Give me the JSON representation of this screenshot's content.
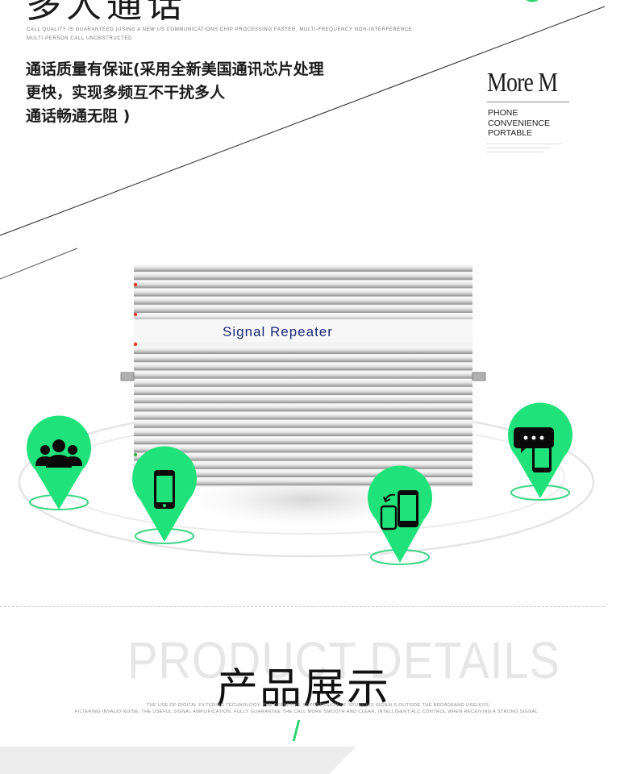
{
  "feature": {
    "title": "多人通话",
    "subtitle_lines": [
      "CALL QUALITY IS GUARANTEED (USING A NEW US COMMUNICATIONS CHIP PROCESSING FASTER, MULTI-FREQUENCY NON-INTERFERENCE",
      "MULTI-PERSON CALL UNOBSTRUCTED"
    ],
    "description_lines": [
      "通话质量有保证(采用全新美国通讯芯片处理",
      "更快，实现多频互不干扰多人",
      "通话畅通无阻 )"
    ]
  },
  "more_block": {
    "title": "More M",
    "items": [
      "PHONE",
      "CONVENIENCE",
      "PORTABLE"
    ]
  },
  "product": {
    "label": "Signal Repeater"
  },
  "icons": {
    "group": "user-group-icon",
    "phone": "smartphone-icon",
    "transfer": "phone-transfer-icon",
    "chat": "chat-phone-icon"
  },
  "colors": {
    "pin_green": "#20e27a",
    "ring_green": "#3ad685",
    "label_navy": "#1b2a7a",
    "accent_green": "#2bd46e"
  },
  "details": {
    "watermark": "PRODUCT DETAILS",
    "title": "产品展示",
    "desc_lines": [
      "THE USE OF DIGITAL FILTERING TECHNOLOGY, THE EFFECTIVE SUPPRESSION OF SPURIOUS SIGNALS OUTSIDE THE BROADBAND USELESS,",
      "FILTERING INVALID NOISE, THE USEFUL SIGNAL AMPLIFICATION, FULLY GUARANTEE THE CALL MORE SMOOTH AND CLEAR, INTELLIGENT ALC CONTROL WHEN RECEIVING A STRONG SIGNAL"
    ]
  }
}
